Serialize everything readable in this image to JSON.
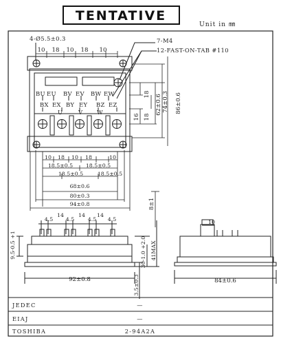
{
  "header": {
    "stamp": "TENTATIVE",
    "unit": "Unit in ㎜"
  },
  "top_view": {
    "callout_holes": "4-Ø5.5±0.3",
    "callout_screws": "7-M4",
    "callout_tabs": "12-FAST-ON-TAB #110",
    "dims_top": [
      "10",
      "18",
      "10",
      "18",
      "10"
    ],
    "terminal_top": [
      "BU",
      "EU",
      "BV",
      "EV",
      "BW",
      "EW"
    ],
    "terminal_bottom": [
      "BX",
      "EX",
      "BY",
      "EY",
      "BZ",
      "EZ"
    ],
    "terminal_out": [
      "U",
      "V",
      "W"
    ],
    "dims_right": [
      "18",
      "16",
      "18",
      "62±0.6",
      "74±0.3",
      "86±0.6"
    ],
    "dims_bottom": [
      "10",
      "18",
      "10",
      "18",
      "10",
      "18.5±0.5",
      "18.5±0.5",
      "18.5±0.5",
      "18.5±0.5",
      "68±0.6",
      "80±0.3",
      "94±0.8"
    ],
    "dim_height_tab": "8±1"
  },
  "side_view": {
    "dims_pins": [
      "4.5",
      "14",
      "4.5",
      "14",
      "4.5",
      "14",
      "4.5"
    ],
    "dim_left": "9.5-0.5 +1",
    "dim_base": "30-1.0 +2.0",
    "dim_max": "41MAX",
    "dim_width": "92±0.8",
    "dim_foot": "3.5±0.3"
  },
  "end_view": {
    "dim_top": "10",
    "dim_width": "84±0.6"
  },
  "table": {
    "rows": [
      {
        "label": "JEDEC",
        "value": "—"
      },
      {
        "label": "EIAJ",
        "value": "—"
      },
      {
        "label": "TOSHIBA",
        "value": "2-94A2A"
      }
    ]
  }
}
